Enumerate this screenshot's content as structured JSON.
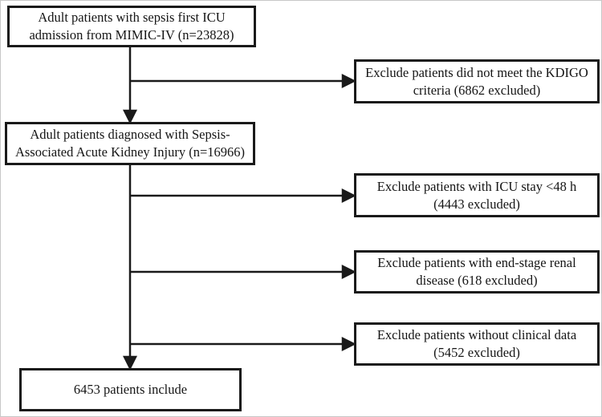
{
  "figure": {
    "type": "flowchart",
    "colors": {
      "background": "#ffffff",
      "box_border": "#1a1a1a",
      "text": "#151515",
      "line": "#1a1a1a"
    },
    "nodes": {
      "cohort_initial": {
        "lines": [
          "Adult patients with sepsis first ICU",
          "admission from MIMIC-IV (n=23828)"
        ],
        "n": 23828
      },
      "exclude_kdigo": {
        "lines": [
          "Exclude patients did not meet the KDIGO",
          "criteria (6862 excluded)"
        ],
        "excluded": 6862
      },
      "cohort_saki": {
        "lines": [
          "Adult patients diagnosed with Sepsis-",
          "Associated Acute Kidney Injury (n=16966)"
        ],
        "n": 16966
      },
      "exclude_icu_stay": {
        "lines": [
          "Exclude patients with ICU stay <48 h",
          "(4443 excluded)"
        ],
        "excluded": 4443
      },
      "exclude_esrd": {
        "lines": [
          "Exclude patients with end-stage renal",
          "disease (618 excluded)"
        ],
        "excluded": 618
      },
      "exclude_no_clinical_data": {
        "lines": [
          "Exclude patients without clinical data",
          "(5452 excluded)"
        ],
        "excluded": 5452
      },
      "cohort_final": {
        "lines": [
          "6453 patients include"
        ],
        "n": 6453
      }
    }
  }
}
